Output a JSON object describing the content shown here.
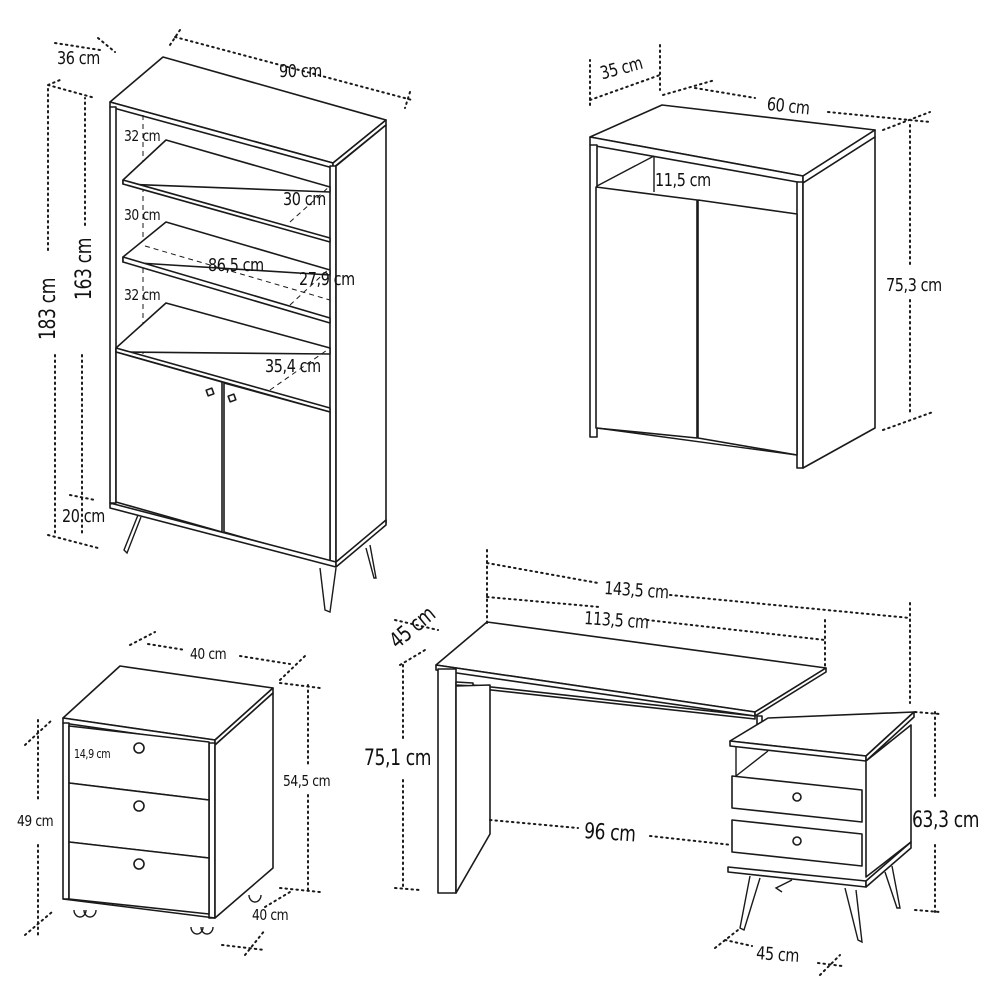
{
  "diagram": {
    "type": "furniture-dimension-drawing",
    "background": "#ffffff",
    "line_color": "#1a1a1a"
  },
  "bookcase": {
    "depth": "36 cm",
    "width": "90 cm",
    "total_height": "183 cm",
    "body_height": "163 cm",
    "leg_height": "20 cm",
    "shelf_gap_1": "32 cm",
    "shelf_gap_2": "30 cm",
    "shelf_gap_3": "32 cm",
    "shelf_depth_1": "30 cm",
    "shelf_depth_2": "27,9 cm",
    "inner_width": "86,5 cm",
    "cabinet_depth": "35,4 cm"
  },
  "cabinet": {
    "depth": "35 cm",
    "width": "60 cm",
    "height": "75,3 cm",
    "niche_height": "11,5 cm"
  },
  "drawer_unit": {
    "width": "40 cm",
    "depth": "40 cm",
    "height_total": "54,5 cm",
    "body_height": "49 cm",
    "drawer_height": "14,9 cm"
  },
  "desk": {
    "total_width": "143,5 cm",
    "top_width": "113,5 cm",
    "depth": "45 cm",
    "height": "75,1 cm",
    "leg_clearance": "96 cm",
    "module_height": "63,3 cm",
    "module_depth": "45 cm"
  }
}
